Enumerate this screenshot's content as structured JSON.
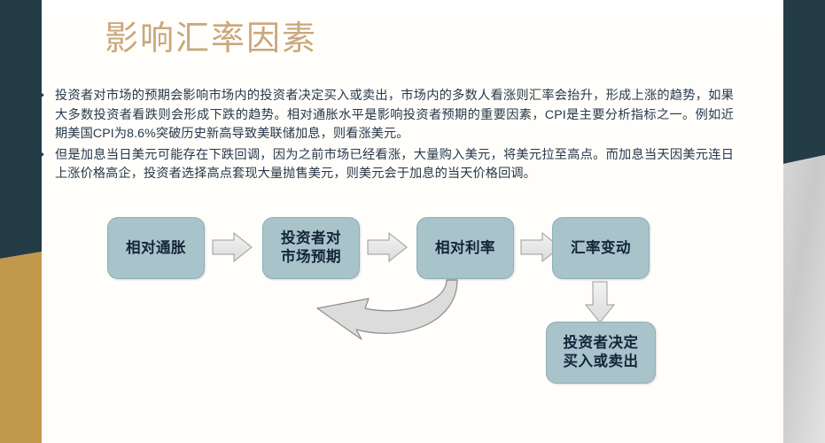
{
  "slide": {
    "title": "影响汇率因素",
    "title_color": "#c9a87c",
    "background_color": "#fffefb",
    "band_navy_color": "#243c46",
    "band_gold_color": "#c2984c",
    "band_silver_color": "#d6d6d6"
  },
  "bullets": [
    {
      "marker": "❖",
      "text": "投资者对市场的预期会影响市场内的投资者决定买入或卖出，市场内的多数人看涨则汇率会抬升，形成上涨的趋势，如果大多数投资者看跌则会形成下跌的趋势。相对通胀水平是影响投资者预期的重要因素，CPI是主要分析指标之一。例如近期美国CPI为8.6%突破历史新高导致美联储加息，则看涨美元。"
    },
    {
      "marker": "❖",
      "text": "但是加息当日美元可能存在下跌回调，因为之前市场已经看涨，大量购入美元，将美元拉至高点。而加息当天因美元连日上涨价格高企，投资者选择高点套现大量抛售美元，则美元会于加息的当天价格回调。"
    }
  ],
  "flowchart": {
    "node_fill_color": "#a8c3c9",
    "node_text_color": "#14253a",
    "arrow_fill_color": "#e8e8e8",
    "arrow_stroke_color": "#8c8c8c",
    "nodes": [
      {
        "id": "relative-inflation",
        "label": "相对通胀"
      },
      {
        "id": "investor-expectation",
        "label": "投资者对\n市场预期"
      },
      {
        "id": "relative-interest-rate",
        "label": "相对利率"
      },
      {
        "id": "exchange-rate-change",
        "label": "汇率变动"
      },
      {
        "id": "investor-decision",
        "label": "投资者决定\n买入或卖出"
      }
    ],
    "connectors": [
      {
        "from": "relative-inflation",
        "to": "investor-expectation",
        "kind": "arrow-right"
      },
      {
        "from": "investor-expectation",
        "to": "relative-interest-rate",
        "kind": "arrow-right"
      },
      {
        "from": "relative-interest-rate",
        "to": "exchange-rate-change",
        "kind": "arrow-right"
      },
      {
        "from": "exchange-rate-change",
        "to": "investor-decision",
        "kind": "arrow-down"
      },
      {
        "from": "relative-interest-rate",
        "to": "investor-expectation",
        "kind": "curved-feedback-arrow"
      }
    ]
  }
}
